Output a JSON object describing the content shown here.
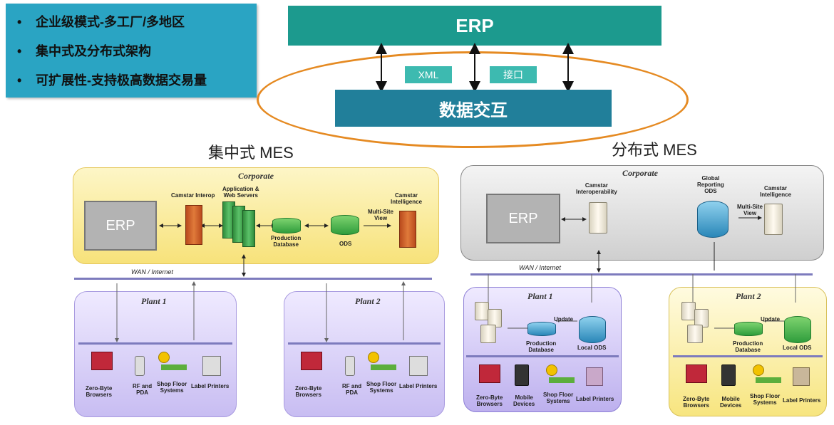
{
  "bullets": [
    {
      "mark": "•",
      "text": "企业级模式-多工厂/多地区"
    },
    {
      "mark": "•",
      "text": "集中式及分布式架构"
    },
    {
      "mark": "•",
      "text": "可扩展性-支持极高数据交易量"
    }
  ],
  "top": {
    "erp_label": "ERP",
    "xml_tag": "XML",
    "interface_tag": "接口",
    "exchange_label": "数据交互"
  },
  "centralized": {
    "title": "集中式 MES",
    "corporate_title": "Corporate",
    "erp_label": "ERP",
    "camstar_interop": "Camstar Interop",
    "app_servers": "Application &\nWeb Servers",
    "production_db": "Production\nDatabase",
    "ods": "ODS",
    "multi_site_view": "Multi-Site\nView",
    "camstar_intelligence": "Camstar\nIntelligence",
    "wan": "WAN / Internet",
    "plants": [
      {
        "title": "Plant 1",
        "devices": [
          "Zero-Byte\nBrowsers",
          "RF and\nPDA",
          "Shop Floor\nSystems",
          "Label Printers"
        ]
      },
      {
        "title": "Plant 2",
        "devices": [
          "Zero-Byte\nBrowsers",
          "RF and\nPDA",
          "Shop Floor\nSystems",
          "Label Printers"
        ]
      }
    ]
  },
  "distributed": {
    "title": "分布式 MES",
    "corporate_title": "Corporate",
    "erp_label": "ERP",
    "camstar_interop": "Camstar\nInteroperability",
    "global_ods": "Global\nReporting\nODS",
    "multi_site_view": "Multi-Site\nView",
    "camstar_intelligence": "Camstar\nIntelligence",
    "wan": "WAN / Internet",
    "plants": [
      {
        "title": "Plant 1",
        "update": "Update",
        "production_db": "Production\nDatabase",
        "local_ods": "Local ODS",
        "devices": [
          "Zero-Byte\nBrowsers",
          "Mobile\nDevices",
          "Shop Floor\nSystems",
          "Label Printers"
        ]
      },
      {
        "title": "Plant 2",
        "update": "Update",
        "production_db": "Production\nDatabase",
        "local_ods": "Local ODS",
        "devices": [
          "Zero-Byte\nBrowsers",
          "Mobile\nDevices",
          "Shop Floor\nSystems",
          "Label Printers"
        ]
      }
    ]
  },
  "colors": {
    "bullet_bg": "#2aa4c3",
    "erp_bar": "#1c9a8e",
    "exchange_bar": "#217f9a",
    "ellipse": "#e58a22",
    "tag": "#3dbab0"
  }
}
